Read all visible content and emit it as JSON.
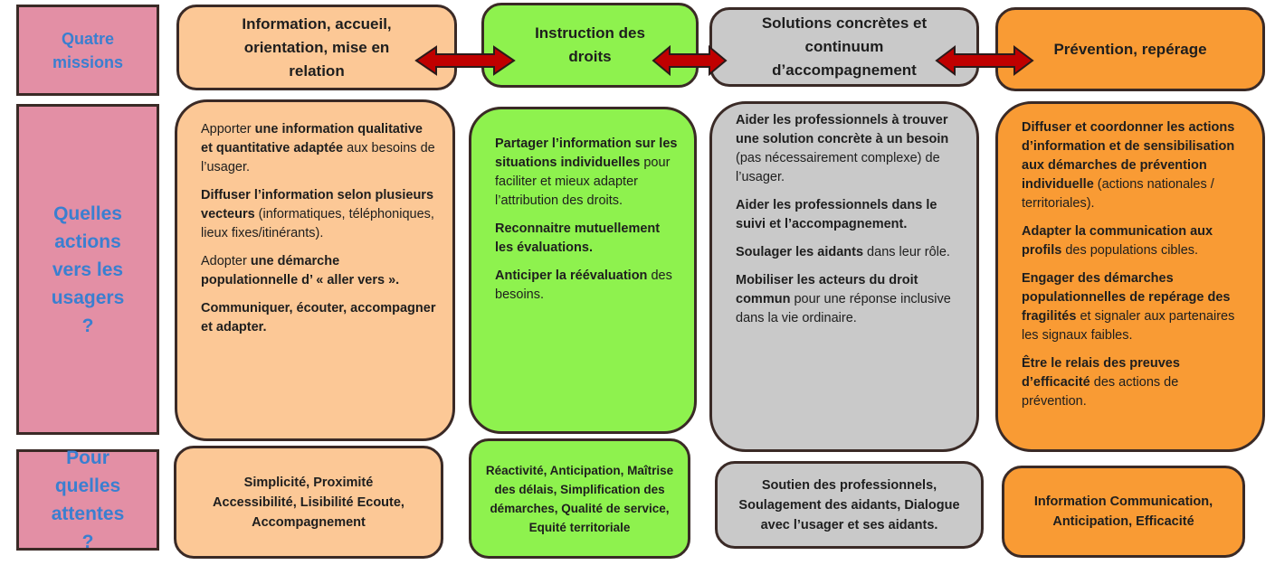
{
  "row_labels": {
    "missions": "Quatre missions",
    "actions": "Quelles actions vers les usagers ?",
    "attentes": "Pour quelles attentes ?"
  },
  "missions": [
    {
      "title": "Information, accueil, orientation, mise en relation"
    },
    {
      "title": "Instruction des droits"
    },
    {
      "title": "Solutions concrètes et continuum d’accompagnement"
    },
    {
      "title": "Prévention, repérage"
    }
  ],
  "actions": [
    [
      [
        {
          "t": "Apporter ",
          "b": false
        },
        {
          "t": "une information qualitative et quantitative adaptée",
          "b": true
        },
        {
          "t": " aux besoins de l’usager.",
          "b": false
        }
      ],
      [
        {
          "t": "Diffuser l’information selon plusieurs vecteurs",
          "b": true
        },
        {
          "t": " (informatiques, téléphoniques, lieux fixes/itinérants).",
          "b": false
        }
      ],
      [
        {
          "t": "Adopter ",
          "b": false
        },
        {
          "t": "une démarche populationnelle d’ « aller vers ».",
          "b": true
        }
      ],
      [
        {
          "t": "Communiquer, écouter, accompagner et adapter.",
          "b": true
        }
      ]
    ],
    [
      [
        {
          "t": "Partager l’information sur les situations individuelles",
          "b": true
        },
        {
          "t": " pour faciliter et mieux adapter l’attribution des droits.",
          "b": false
        }
      ],
      [
        {
          "t": "Reconnaitre mutuellement les évaluations.",
          "b": true
        }
      ],
      [
        {
          "t": "Anticiper la réévaluation",
          "b": true
        },
        {
          "t": " des besoins.",
          "b": false
        }
      ]
    ],
    [
      [
        {
          "t": "Aider les professionnels à trouver une solution concrète à un besoin",
          "b": true
        },
        {
          "t": " (pas nécessairement complexe) de l’usager.",
          "b": false
        }
      ],
      [
        {
          "t": "Aider les professionnels dans le suivi et l’accompagnement.",
          "b": true
        }
      ],
      [
        {
          "t": "Soulager les aidants",
          "b": true
        },
        {
          "t": " dans leur rôle.",
          "b": false
        }
      ],
      [
        {
          "t": "Mobiliser les acteurs du droit commun",
          "b": true
        },
        {
          "t": " pour une réponse inclusive dans la vie ordinaire.",
          "b": false
        }
      ]
    ],
    [
      [
        {
          "t": "Diffuser et coordonner les actions d’information et de sensibilisation aux démarches de prévention individuelle",
          "b": true
        },
        {
          "t": " (actions nationales / territoriales).",
          "b": false
        }
      ],
      [
        {
          "t": "Adapter la communication aux profils",
          "b": true
        },
        {
          "t": " des populations cibles.",
          "b": false
        }
      ],
      [
        {
          "t": "Engager des démarches populationnelles de repérage des fragilités",
          "b": true
        },
        {
          "t": " et signaler aux partenaires les signaux faibles.",
          "b": false
        }
      ],
      [
        {
          "t": "Être le relais des preuves d’efficacité",
          "b": true
        },
        {
          "t": " des actions de prévention.",
          "b": false
        }
      ]
    ]
  ],
  "attentes": [
    [
      {
        "t": "Simplicité, Proximité Accessibilité, Lisibilité Ecoute, Accompagnement",
        "b": true
      }
    ],
    [
      {
        "t": "Réactivité, Anticipation, Maîtrise des délais, Simplification des démarches, Qualité de service, Equité",
        "b": true
      },
      {
        "t": " territoriale",
        "b": false
      }
    ],
    [
      {
        "t": "Soutien des professionnels, Soulagement des aidants, Dialogue avec l’usager et ses aidants.",
        "b": true
      }
    ],
    [
      {
        "t": "Information Communication, Anticipation, Efficacité",
        "b": true
      }
    ]
  ],
  "colors": {
    "label_bg": "#e38fa5",
    "label_text": "#3a7fd0",
    "mission1": "#fcc896",
    "mission2": "#8ef24e",
    "mission3": "#c9c9c9",
    "mission4": "#f99b34",
    "arrow": "#c00000"
  }
}
